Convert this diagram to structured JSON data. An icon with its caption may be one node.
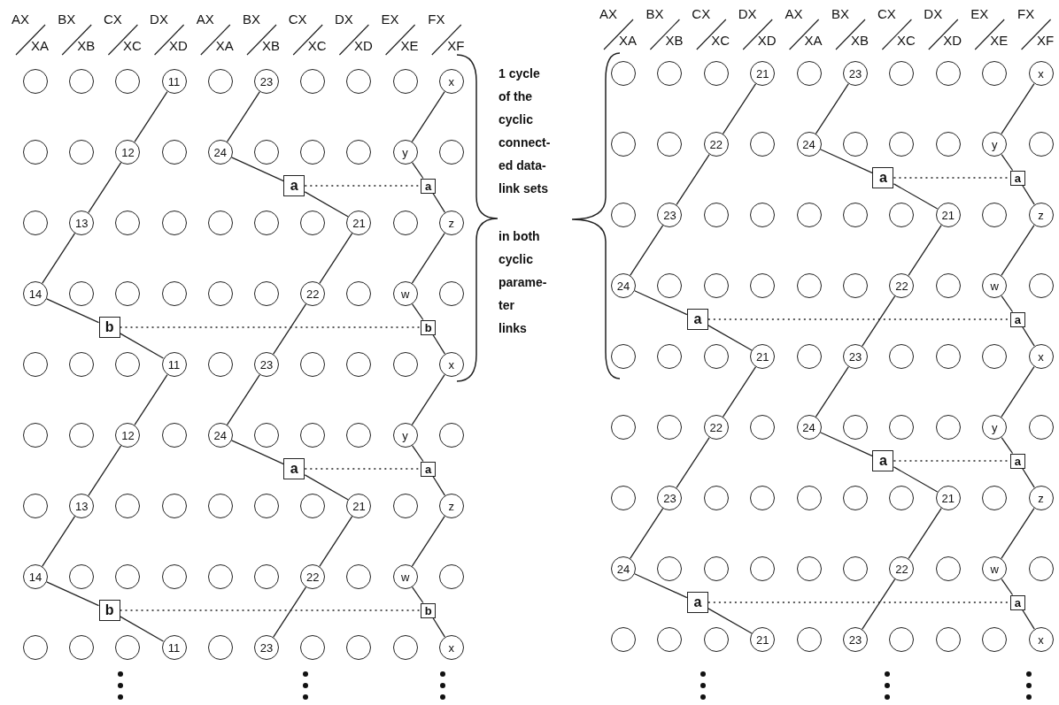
{
  "diagram": {
    "nodes": [
      {
        "text": [],
        "shape": "circle"
      },
      {
        "text": [],
        "shape": "circle"
      },
      {
        "text": [],
        "shape": "circle"
      },
      {
        "text": [
          "11"
        ]
      },
      {
        "text": [],
        "shape": "circle"
      },
      {
        "text": [
          "23"
        ]
      },
      {
        "text": [],
        "shape": "circle"
      },
      {
        "text": [],
        "shape": "circle"
      },
      {
        "text": [],
        "shape": "circle"
      },
      {
        "text": [
          "x"
        ]
      },
      {
        "text": [],
        "shape": "circle"
      },
      {
        "text": [],
        "shape": "circle"
      },
      {
        "text": [
          "12"
        ]
      },
      {
        "text": [],
        "shape": "circle"
      },
      {
        "text": [
          "24"
        ]
      },
      {
        "text": [],
        "shape": "circle"
      },
      {
        "text": [],
        "shape": "circle"
      },
      {
        "text": [],
        "shape": "circle"
      },
      {
        "text": [
          "y"
        ]
      },
      {
        "text": [],
        "shape": "circle"
      },
      {
        "text": [],
        "shape": "circle"
      },
      {
        "text": [
          "13"
        ]
      },
      {
        "text": [],
        "shape": "circle"
      },
      {
        "text": [],
        "shape": "circle"
      },
      {
        "text": [],
        "shape": "circle"
      },
      {
        "text": [],
        "shape": "circle"
      },
      {
        "text": [],
        "shape": "circle"
      },
      {
        "text": [
          "21"
        ]
      },
      {
        "text": [],
        "shape": "circle"
      },
      {
        "text": [
          "z"
        ]
      },
      {
        "text": [
          "14"
        ]
      },
      {
        "text": [],
        "shape": "circle"
      },
      {
        "text": [],
        "shape": "circle"
      },
      {
        "text": [],
        "shape": "circle"
      },
      {
        "text": [],
        "shape": "circle"
      },
      {
        "text": [],
        "shape": "circle"
      },
      {
        "text": [
          "22"
        ]
      },
      {
        "text": [],
        "shape": "circle"
      },
      {
        "text": [
          "w"
        ]
      },
      {
        "text": [],
        "shape": "circle"
      },
      {
        "text": [],
        "shape": "circle"
      },
      {
        "text": [],
        "shape": "circle"
      },
      {
        "text": [],
        "shape": "circle"
      },
      {
        "text": [
          "11"
        ]
      },
      {
        "text": [],
        "shape": "circle"
      },
      {
        "text": [
          "23"
        ]
      },
      {
        "text": [],
        "shape": "circle"
      },
      {
        "text": [],
        "shape": "circle"
      },
      {
        "text": [],
        "shape": "circle"
      },
      {
        "text": [
          "x"
        ]
      },
      {
        "text": [],
        "shape": "circle"
      },
      {
        "text": [],
        "shape": "circle"
      },
      {
        "text": [
          "12"
        ]
      },
      {
        "text": [],
        "shape": "circle"
      },
      {
        "text": [
          "24"
        ]
      },
      {
        "text": [],
        "shape": "circle"
      },
      {
        "text": [],
        "shape": "circle"
      },
      {
        "text": [],
        "shape": "circle"
      },
      {
        "text": [
          "y"
        ]
      },
      {
        "text": [],
        "shape": "circle"
      },
      {
        "text": [],
        "shape": "circle"
      },
      {
        "text": [
          "13"
        ]
      },
      {
        "text": [],
        "shape": "circle"
      },
      {
        "text": [],
        "shape": "circle"
      },
      {
        "text": [],
        "shape": "circle"
      },
      {
        "text": [],
        "shape": "circle"
      },
      {
        "text": [],
        "shape": "circle"
      },
      {
        "text": [
          "21"
        ]
      },
      {
        "text": [],
        "shape": "circle"
      },
      {
        "text": [
          "z"
        ]
      },
      {
        "text": [
          "14"
        ]
      },
      {
        "text": [],
        "shape": "circle"
      },
      {
        "text": [],
        "shape": "circle"
      },
      {
        "text": [],
        "shape": "circle"
      },
      {
        "text": [],
        "shape": "circle"
      },
      {
        "text": [],
        "shape": "circle"
      },
      {
        "text": [
          "22"
        ]
      },
      {
        "text": [],
        "shape": "circle"
      },
      {
        "text": [
          "w"
        ]
      },
      {
        "text": [],
        "shape": "circle"
      },
      {
        "text": [],
        "shape": "circle"
      },
      {
        "text": [],
        "shape": "circle"
      },
      {
        "text": [],
        "shape": "circle"
      },
      {
        "text": [
          "11"
        ]
      },
      {
        "text": [],
        "shape": "circle"
      },
      {
        "text": [
          "23"
        ]
      },
      {
        "text": [],
        "shape": "circle"
      },
      {
        "text": [],
        "shape": "circle"
      },
      {
        "text": [],
        "shape": "circle"
      },
      {
        "text": [
          "x"
        ]
      },
      {
        "text": [
          "a"
        ]
      },
      {
        "text": [
          "a"
        ]
      },
      {
        "text": [
          "b"
        ]
      },
      {
        "text": [
          "b"
        ]
      },
      {
        "text": [
          "a"
        ]
      },
      {
        "text": [
          "a"
        ]
      },
      {
        "text": [
          "b"
        ]
      },
      {
        "text": [
          "b"
        ]
      },
      {
        "text": [],
        "shape": "circle"
      },
      {
        "text": [],
        "shape": "circle"
      },
      {
        "text": [],
        "shape": "circle"
      },
      {
        "text": [
          "21"
        ]
      },
      {
        "text": [],
        "shape": "circle"
      },
      {
        "text": [
          "23"
        ]
      },
      {
        "text": [],
        "shape": "circle"
      },
      {
        "text": [],
        "shape": "circle"
      },
      {
        "text": [],
        "shape": "circle"
      },
      {
        "text": [
          "x"
        ]
      },
      {
        "text": [],
        "shape": "circle"
      },
      {
        "text": [],
        "shape": "circle"
      },
      {
        "text": [
          "22"
        ]
      },
      {
        "text": [],
        "shape": "circle"
      },
      {
        "text": [
          "24"
        ]
      },
      {
        "text": [],
        "shape": "circle"
      },
      {
        "text": [],
        "shape": "circle"
      },
      {
        "text": [],
        "shape": "circle"
      },
      {
        "text": [
          "y"
        ]
      },
      {
        "text": [],
        "shape": "circle"
      },
      {
        "text": [],
        "shape": "circle"
      },
      {
        "text": [
          "23"
        ]
      },
      {
        "text": [],
        "shape": "circle"
      },
      {
        "text": [],
        "shape": "circle"
      },
      {
        "text": [],
        "shape": "circle"
      },
      {
        "text": [],
        "shape": "circle"
      },
      {
        "text": [],
        "shape": "circle"
      },
      {
        "text": [
          "21"
        ]
      },
      {
        "text": [],
        "shape": "circle"
      },
      {
        "text": [
          "z"
        ]
      },
      {
        "text": [
          "24"
        ]
      },
      {
        "text": [],
        "shape": "circle"
      },
      {
        "text": [],
        "shape": "circle"
      },
      {
        "text": [],
        "shape": "circle"
      },
      {
        "text": [],
        "shape": "circle"
      },
      {
        "text": [],
        "shape": "circle"
      },
      {
        "text": [
          "22"
        ]
      },
      {
        "text": [],
        "shape": "circle"
      },
      {
        "text": [
          "w"
        ]
      },
      {
        "text": [],
        "shape": "circle"
      },
      {
        "text": [],
        "shape": "circle"
      },
      {
        "text": [],
        "shape": "circle"
      },
      {
        "text": [],
        "shape": "circle"
      },
      {
        "text": [
          "21"
        ]
      },
      {
        "text": [],
        "shape": "circle"
      },
      {
        "text": [
          "23"
        ]
      },
      {
        "text": [],
        "shape": "circle"
      },
      {
        "text": [],
        "shape": "circle"
      },
      {
        "text": [],
        "shape": "circle"
      },
      {
        "text": [
          "x"
        ]
      },
      {
        "text": [],
        "shape": "circle"
      },
      {
        "text": [],
        "shape": "circle"
      },
      {
        "text": [
          "22"
        ]
      },
      {
        "text": [],
        "shape": "circle"
      },
      {
        "text": [
          "24"
        ]
      },
      {
        "text": [],
        "shape": "circle"
      },
      {
        "text": [],
        "shape": "circle"
      },
      {
        "text": [],
        "shape": "circle"
      },
      {
        "text": [
          "y"
        ]
      },
      {
        "text": [],
        "shape": "circle"
      },
      {
        "text": [],
        "shape": "circle"
      },
      {
        "text": [
          "23"
        ]
      },
      {
        "text": [],
        "shape": "circle"
      },
      {
        "text": [],
        "shape": "circle"
      },
      {
        "text": [],
        "shape": "circle"
      },
      {
        "text": [],
        "shape": "circle"
      },
      {
        "text": [],
        "shape": "circle"
      },
      {
        "text": [
          "21"
        ]
      },
      {
        "text": [],
        "shape": "circle"
      },
      {
        "text": [
          "z"
        ]
      },
      {
        "text": [
          "24"
        ]
      },
      {
        "text": [],
        "shape": "circle"
      },
      {
        "text": [],
        "shape": "circle"
      },
      {
        "text": [],
        "shape": "circle"
      },
      {
        "text": [],
        "shape": "circle"
      },
      {
        "text": [],
        "shape": "circle"
      },
      {
        "text": [
          "22"
        ]
      },
      {
        "text": [],
        "shape": "circle"
      },
      {
        "text": [
          "w"
        ]
      },
      {
        "text": [],
        "shape": "circle"
      },
      {
        "text": [],
        "shape": "circle"
      },
      {
        "text": [],
        "shape": "circle"
      },
      {
        "text": [],
        "shape": "circle"
      },
      {
        "text": [
          "21"
        ]
      },
      {
        "text": [],
        "shape": "circle"
      },
      {
        "text": [
          "23"
        ]
      },
      {
        "text": [],
        "shape": "circle"
      },
      {
        "text": [],
        "shape": "circle"
      },
      {
        "text": [],
        "shape": "circle"
      },
      {
        "text": [
          "x"
        ]
      },
      {
        "text": [
          "a"
        ]
      },
      {
        "text": [
          "a"
        ]
      },
      {
        "text": [
          "a"
        ]
      },
      {
        "text": [
          "a"
        ]
      },
      {
        "text": [
          "a"
        ]
      },
      {
        "text": [
          "a"
        ]
      },
      {
        "text": [
          "a"
        ]
      },
      {
        "text": [
          "a"
        ]
      }
    ],
    "edges": [
      {
        "from": 3,
        "to": 12,
        "arrow": "none"
      },
      {
        "from": 12,
        "to": 21,
        "arrow": "none"
      },
      {
        "from": 21,
        "to": 30,
        "arrow": "none"
      },
      {
        "from": 30,
        "to": 92,
        "arrow": "none"
      },
      {
        "from": 92,
        "to": 43,
        "arrow": "none"
      },
      {
        "from": 5,
        "to": 14,
        "arrow": "none"
      },
      {
        "from": 14,
        "to": 90,
        "arrow": "none"
      },
      {
        "from": 90,
        "to": 27,
        "arrow": "none"
      },
      {
        "from": 27,
        "to": 36,
        "arrow": "none"
      },
      {
        "from": 36,
        "to": 45,
        "arrow": "none"
      },
      {
        "from": 9,
        "to": 18,
        "arrow": "none"
      },
      {
        "from": 18,
        "to": 91,
        "arrow": "none"
      },
      {
        "from": 91,
        "to": 29,
        "arrow": "none"
      },
      {
        "from": 29,
        "to": 38,
        "arrow": "none"
      },
      {
        "from": 38,
        "to": 93,
        "arrow": "none"
      },
      {
        "from": 93,
        "to": 49,
        "arrow": "none"
      },
      {
        "from": 90,
        "to": 91,
        "arrow": "none",
        "style": "dashed"
      },
      {
        "from": 92,
        "to": 93,
        "arrow": "none",
        "style": "dashed"
      },
      {
        "from": 43,
        "to": 52,
        "arrow": "none"
      },
      {
        "from": 52,
        "to": 61,
        "arrow": "none"
      },
      {
        "from": 61,
        "to": 70,
        "arrow": "none"
      },
      {
        "from": 70,
        "to": 96,
        "arrow": "none"
      },
      {
        "from": 96,
        "to": 83,
        "arrow": "none"
      },
      {
        "from": 45,
        "to": 54,
        "arrow": "none"
      },
      {
        "from": 54,
        "to": 94,
        "arrow": "none"
      },
      {
        "from": 94,
        "to": 67,
        "arrow": "none"
      },
      {
        "from": 67,
        "to": 76,
        "arrow": "none"
      },
      {
        "from": 76,
        "to": 85,
        "arrow": "none"
      },
      {
        "from": 49,
        "to": 58,
        "arrow": "none"
      },
      {
        "from": 58,
        "to": 95,
        "arrow": "none"
      },
      {
        "from": 95,
        "to": 69,
        "arrow": "none"
      },
      {
        "from": 69,
        "to": 78,
        "arrow": "none"
      },
      {
        "from": 78,
        "to": 97,
        "arrow": "none"
      },
      {
        "from": 97,
        "to": 89,
        "arrow": "none"
      },
      {
        "from": 94,
        "to": 95,
        "arrow": "none",
        "style": "dashed"
      },
      {
        "from": 96,
        "to": 97,
        "arrow": "none",
        "style": "dashed"
      },
      {
        "from": 101,
        "to": 110,
        "arrow": "none"
      },
      {
        "from": 110,
        "to": 119,
        "arrow": "none"
      },
      {
        "from": 119,
        "to": 128,
        "arrow": "none"
      },
      {
        "from": 128,
        "to": 190,
        "arrow": "none"
      },
      {
        "from": 190,
        "to": 141,
        "arrow": "none"
      },
      {
        "from": 103,
        "to": 112,
        "arrow": "none"
      },
      {
        "from": 112,
        "to": 188,
        "arrow": "none"
      },
      {
        "from": 188,
        "to": 125,
        "arrow": "none"
      },
      {
        "from": 125,
        "to": 134,
        "arrow": "none"
      },
      {
        "from": 134,
        "to": 143,
        "arrow": "none"
      },
      {
        "from": 107,
        "to": 116,
        "arrow": "none"
      },
      {
        "from": 116,
        "to": 189,
        "arrow": "none"
      },
      {
        "from": 189,
        "to": 127,
        "arrow": "none"
      },
      {
        "from": 127,
        "to": 136,
        "arrow": "none"
      },
      {
        "from": 136,
        "to": 191,
        "arrow": "none"
      },
      {
        "from": 191,
        "to": 147,
        "arrow": "none"
      },
      {
        "from": 188,
        "to": 189,
        "arrow": "none",
        "style": "dashed"
      },
      {
        "from": 190,
        "to": 191,
        "arrow": "none",
        "style": "dashed"
      },
      {
        "from": 141,
        "to": 150,
        "arrow": "none"
      },
      {
        "from": 150,
        "to": 159,
        "arrow": "none"
      },
      {
        "from": 159,
        "to": 168,
        "arrow": "none"
      },
      {
        "from": 168,
        "to": 194,
        "arrow": "none"
      },
      {
        "from": 194,
        "to": 181,
        "arrow": "none"
      },
      {
        "from": 143,
        "to": 152,
        "arrow": "none"
      },
      {
        "from": 152,
        "to": 192,
        "arrow": "none"
      },
      {
        "from": 192,
        "to": 165,
        "arrow": "none"
      },
      {
        "from": 165,
        "to": 174,
        "arrow": "none"
      },
      {
        "from": 174,
        "to": 183,
        "arrow": "none"
      },
      {
        "from": 147,
        "to": 156,
        "arrow": "none"
      },
      {
        "from": 156,
        "to": 193,
        "arrow": "none"
      },
      {
        "from": 193,
        "to": 167,
        "arrow": "none"
      },
      {
        "from": 167,
        "to": 176,
        "arrow": "none"
      },
      {
        "from": 176,
        "to": 195,
        "arrow": "none"
      },
      {
        "from": 195,
        "to": 187,
        "arrow": "none"
      },
      {
        "from": 192,
        "to": 193,
        "arrow": "none",
        "style": "dashed"
      },
      {
        "from": 194,
        "to": 195,
        "arrow": "none",
        "style": "dashed"
      }
    ],
    "labels": [
      "AX",
      "XA",
      "BX",
      "XB",
      "CX",
      "XC",
      "DX",
      "XD",
      "AX",
      "XA",
      "BX",
      "XB",
      "CX",
      "XC",
      "DX",
      "XD",
      "EX",
      "XE",
      "FX",
      "XF",
      "AX",
      "XA",
      "BX",
      "XB",
      "CX",
      "XC",
      "DX",
      "XD",
      "AX",
      "XA",
      "BX",
      "XB",
      "CX",
      "XC",
      "DX",
      "XD",
      "EX",
      "XE",
      "FX",
      "XF",
      "1 cycle of the cyclic connect- ed data- link sets",
      "in both cyclic parame- ter links"
    ]
  }
}
